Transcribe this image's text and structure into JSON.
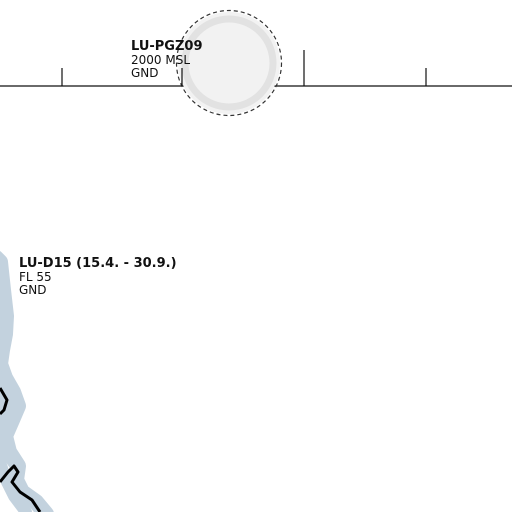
{
  "map": {
    "airspaces": [
      {
        "name": "LU-PGZ09",
        "upper_limit": "2000 MSL",
        "lower_limit": "GND",
        "shape": "circle"
      },
      {
        "name": "LU-D15 (15.4. - 30.9.)",
        "upper_limit": "FL 55",
        "lower_limit": "GND",
        "shape": "polygon"
      }
    ],
    "colors": {
      "boundary_line": "#111111",
      "circle_fill": "#f2f2f2",
      "circle_inner_ring": "#e2e2e2",
      "circle_outline": "#333333",
      "area_halo": "#c3d2de",
      "area_border": "#000000"
    }
  }
}
